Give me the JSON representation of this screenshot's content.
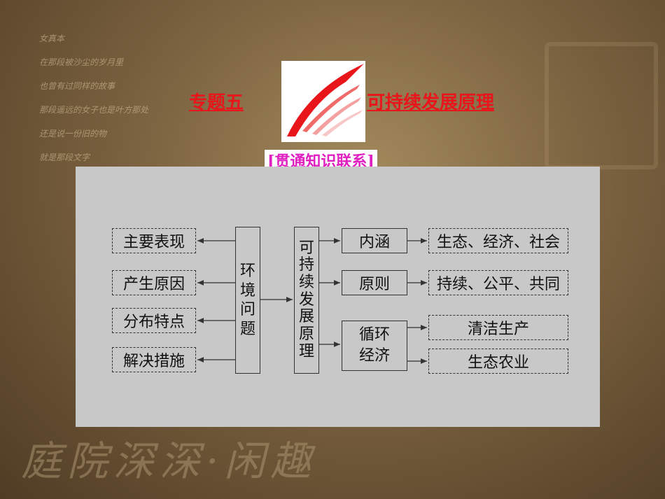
{
  "background": {
    "poem_lines": [
      "女真本",
      "在那段被沙尘的岁月里",
      "也曾有过同样的故事",
      "那段遥远的女子也是叶方那处",
      "还是说一份旧的物",
      "就是那段文字"
    ],
    "watermark": "庭院深深·闲趣"
  },
  "header": {
    "title_left": "专题五",
    "title_right": "可持续发展原理",
    "subtitle": "[贯通知识联系]"
  },
  "diagram": {
    "left_items": [
      "主要表现",
      "产生原因",
      "分布特点",
      "解决措施"
    ],
    "env_problem": [
      "环",
      "境",
      "问",
      "题"
    ],
    "sustainable": [
      "可",
      "持",
      "续",
      "发",
      "展",
      "原",
      "理"
    ],
    "mid_items": [
      "内涵",
      "原则",
      "循环\n经济"
    ],
    "mid_item_lines": [
      [
        "内涵"
      ],
      [
        "原则"
      ],
      [
        "循环",
        "经济"
      ]
    ],
    "right_items": [
      "生态、经济、社会",
      "持续、公平、共同",
      "清洁生产",
      "生态农业"
    ]
  },
  "colors": {
    "title_red": "#e8151b",
    "subtitle_magenta": "#e020c0",
    "panel_gray": "#c8c8c8"
  }
}
